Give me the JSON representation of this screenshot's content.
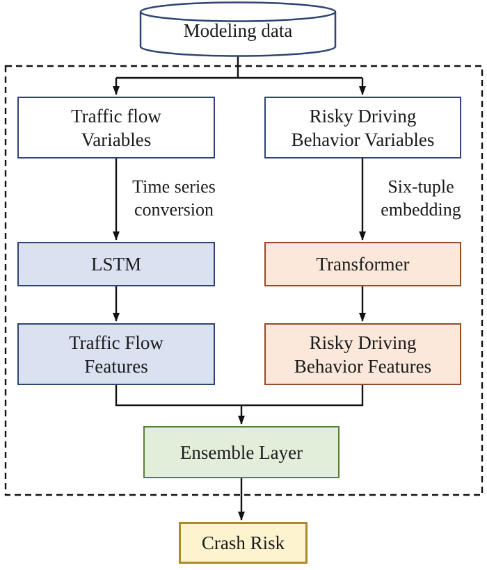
{
  "colors": {
    "navy": "#2e4472",
    "blue-fill": "#dae1f0",
    "brown": "#8f4f2b",
    "peach-fill": "#fbe8da",
    "green": "#538135",
    "green-fill": "#e3eeda",
    "gold": "#ad8a28",
    "yellow-fill": "#fdf3cf",
    "line": "#111111",
    "text": "#1b1b1b"
  },
  "nodes": {
    "modeling": {
      "label": "Modeling data"
    },
    "traffic_vars": {
      "line1": "Traffic flow",
      "line2": "Variables"
    },
    "risky_vars": {
      "line1": "Risky Driving",
      "line2": "Behavior Variables"
    },
    "lstm": {
      "label": "LSTM"
    },
    "transformer": {
      "label": "Transformer"
    },
    "traffic_feat": {
      "line1": "Traffic Flow",
      "line2": "Features"
    },
    "risky_feat": {
      "line1": "Risky Driving",
      "line2": "Behavior Features"
    },
    "ensemble": {
      "label": "Ensemble Layer"
    },
    "crash": {
      "label": "Crash Risk"
    }
  },
  "edge_labels": {
    "time_series": {
      "line1": "Time series",
      "line2": "conversion"
    },
    "six_tuple": {
      "line1": "Six-tuple",
      "line2": "embedding"
    }
  }
}
